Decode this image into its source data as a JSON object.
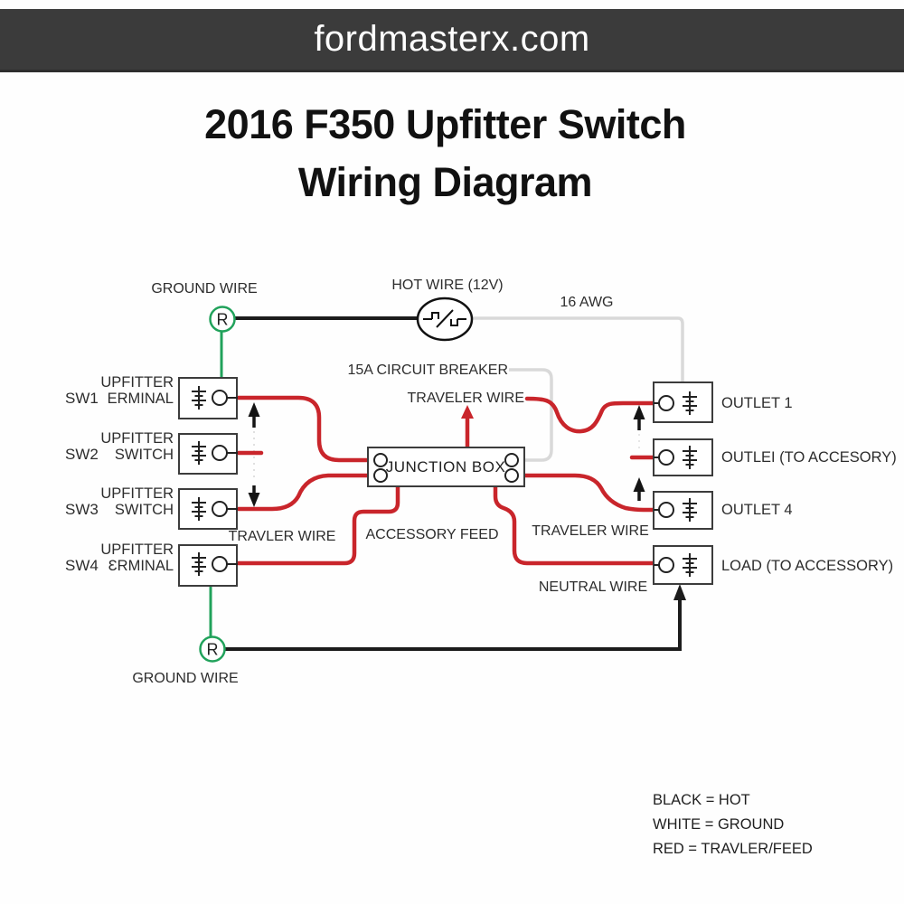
{
  "site": {
    "domain": "fordmasterx.com"
  },
  "title": {
    "line1": "2016 F350 Upfitter Switch",
    "line2": "Wiring Diagram"
  },
  "switches": [
    {
      "id": "SW1",
      "name_line1": "UPFITTER",
      "name_line2": "ERMINAL"
    },
    {
      "id": "SW2",
      "name_line1": "UPFITTER",
      "name_line2": "SWITCH"
    },
    {
      "id": "SW3",
      "name_line1": "UPFITTER",
      "name_line2": "SWITCH"
    },
    {
      "id": "SW4",
      "name_line1": "UPFITTER",
      "name_line2": "ƐRMINAL"
    }
  ],
  "junction_box": {
    "label": "JUNCTION BOX"
  },
  "outlets": [
    {
      "label": "OUTLET 1"
    },
    {
      "label": "OUTLEI (TO ACCESORY)"
    },
    {
      "label": "OUTLET 4"
    },
    {
      "label": "LOAD (TO ACCESSORY)"
    }
  ],
  "wire_labels": {
    "ground_top": "GROUND WIRE",
    "hot": "HOT WIRE (12V)",
    "awg": "16 AWG",
    "breaker": "15A CIRCUIT BREAKER",
    "traveler_top": "TRAVELER WIRE",
    "travler_left": "TRAVLER WIRE",
    "accessory_feed": "ACCESSORY FEED",
    "traveler_right": "TRAVELER WIRE",
    "neutral": "NEUTRAL WIRE",
    "ground_bottom": "GROUND WIRE"
  },
  "ground_symbol": "R",
  "legend": [
    "BLACK = HOT",
    "WHITE = GROUND",
    "RED = TRAVLER/FEED"
  ],
  "colors": {
    "header_bg": "#3b3b3b",
    "hot_black": "#1c1c1c",
    "ground_white": "#d9d9d9",
    "traveler_red": "#c9252b",
    "ground_green": "#21a25b"
  }
}
